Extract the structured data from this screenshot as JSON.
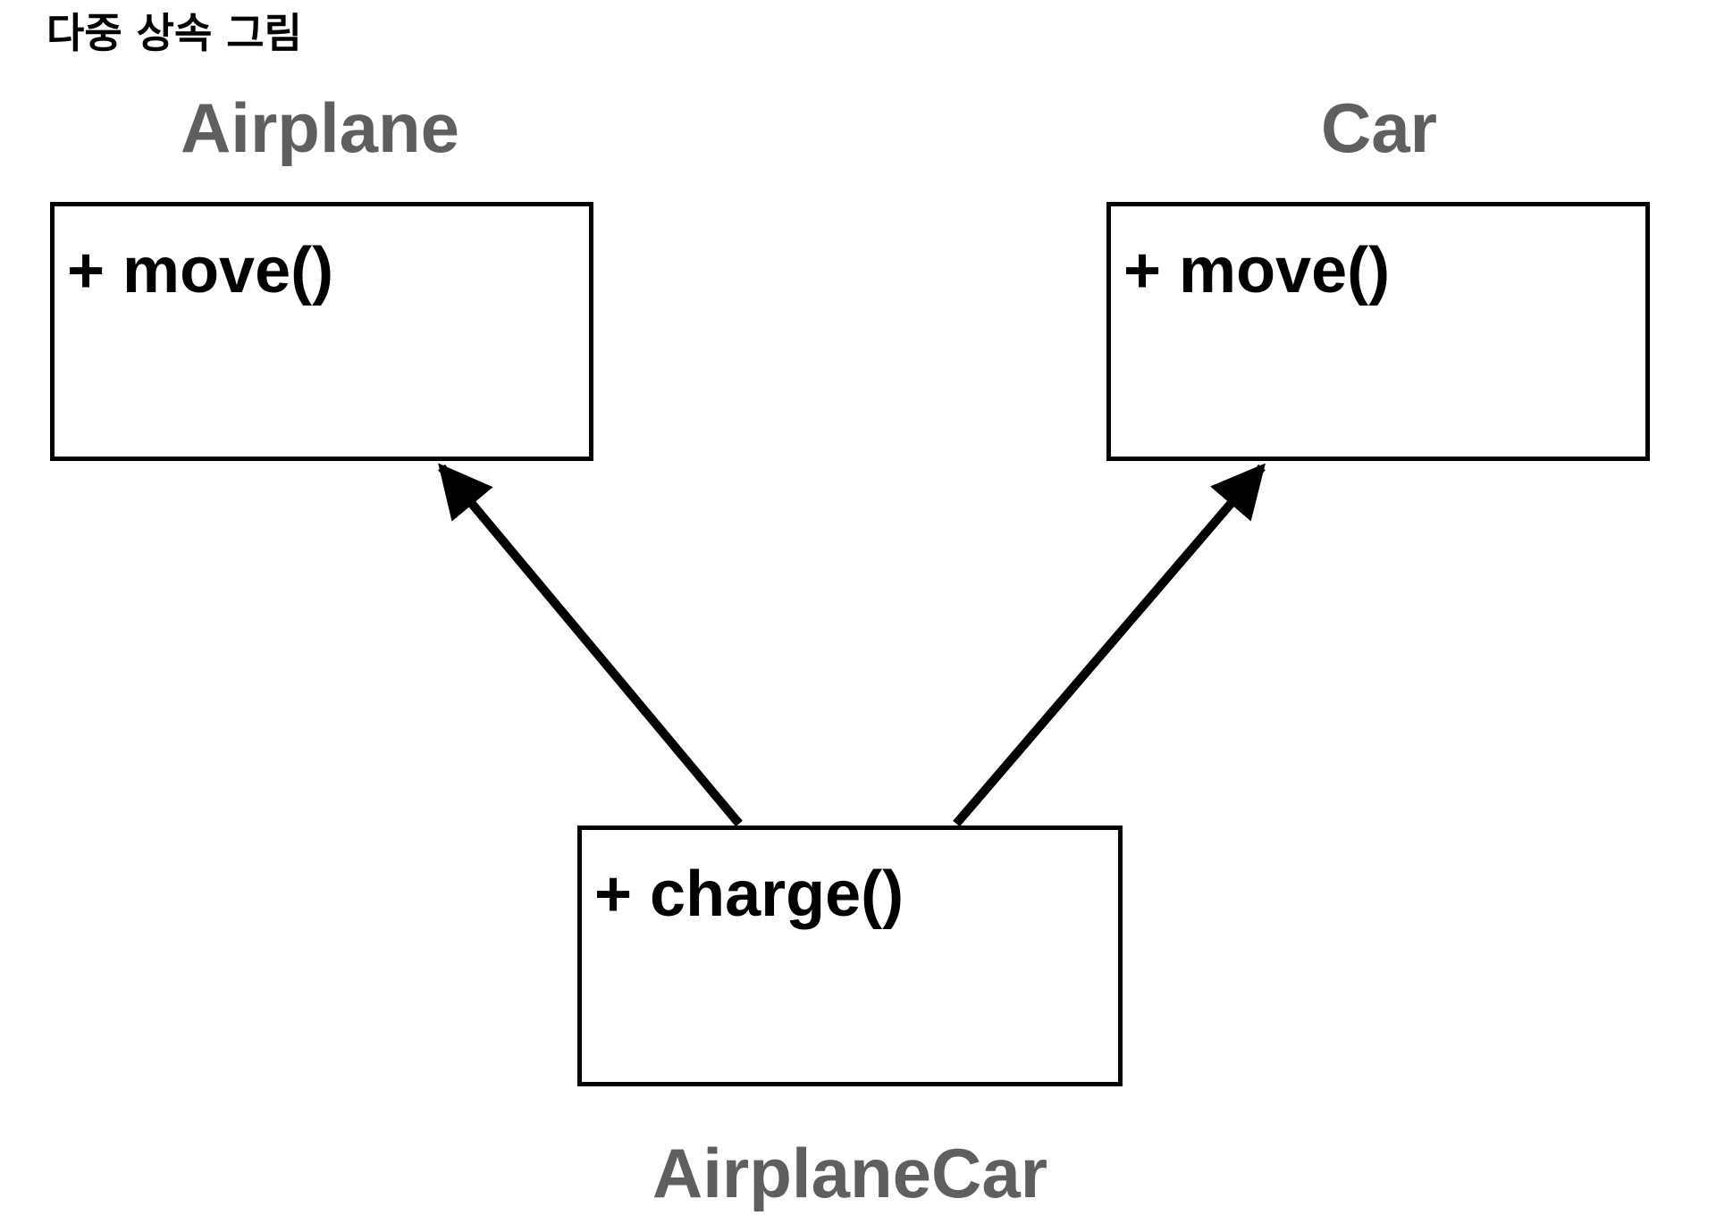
{
  "title": "다중 상속 그림",
  "classes": {
    "airplane": {
      "name": "Airplane",
      "method": "+ move()"
    },
    "car": {
      "name": "Car",
      "method": "+ move()"
    },
    "airplane_car": {
      "name": "AirplaneCar",
      "method": "+ charge()"
    }
  },
  "relations": [
    {
      "from": "AirplaneCar",
      "to": "Airplane",
      "type": "inheritance"
    },
    {
      "from": "AirplaneCar",
      "to": "Car",
      "type": "inheritance"
    }
  ],
  "colors": {
    "line": "#000000",
    "class_name": "#5f5f5f",
    "background": "#ffffff"
  }
}
